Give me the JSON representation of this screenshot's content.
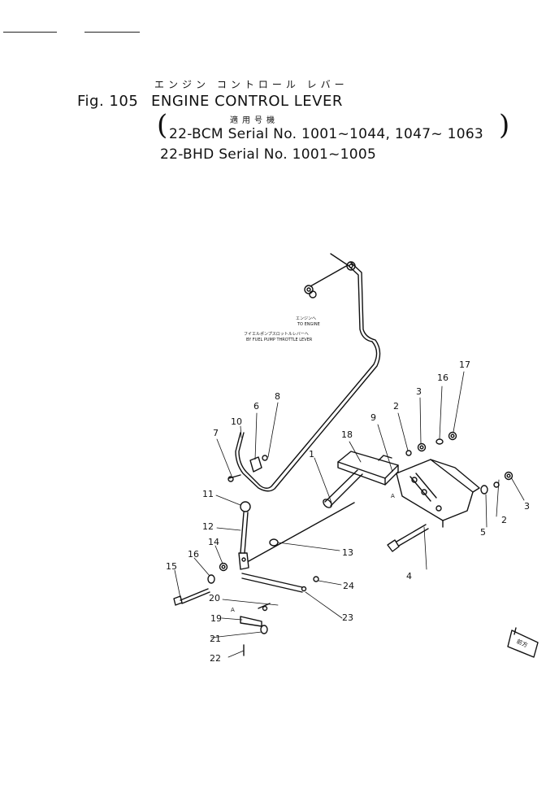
{
  "header": {
    "jp_title": "エンジン コントロール レバー",
    "fig_label": "Fig. 105",
    "title": "ENGINE CONTROL LEVER",
    "jp_applicable": "適用号機",
    "serial_lines": [
      "22-BCM Serial No. 1001~1044, 1047~ 1063",
      "22-BHD Serial No. 1001~1005"
    ]
  },
  "diagram": {
    "note_jp_engine": "エンジンへ",
    "note_to_engine": "TO ENGINE",
    "note_jp_fuel_pump": "フイエルポンプスロットルレバーへ",
    "note_fuel_pump": "BY FUEL PUMP THROTTLE LEVER",
    "front_arrow_label": "前方",
    "part_callouts": [
      "1",
      "2",
      "2",
      "3",
      "3",
      "4",
      "5",
      "6",
      "7",
      "8",
      "9",
      "10",
      "11",
      "12",
      "13",
      "14",
      "15",
      "16",
      "16",
      "17",
      "18",
      "19",
      "20",
      "21",
      "22",
      "23",
      "24"
    ],
    "ref_a": "A"
  }
}
